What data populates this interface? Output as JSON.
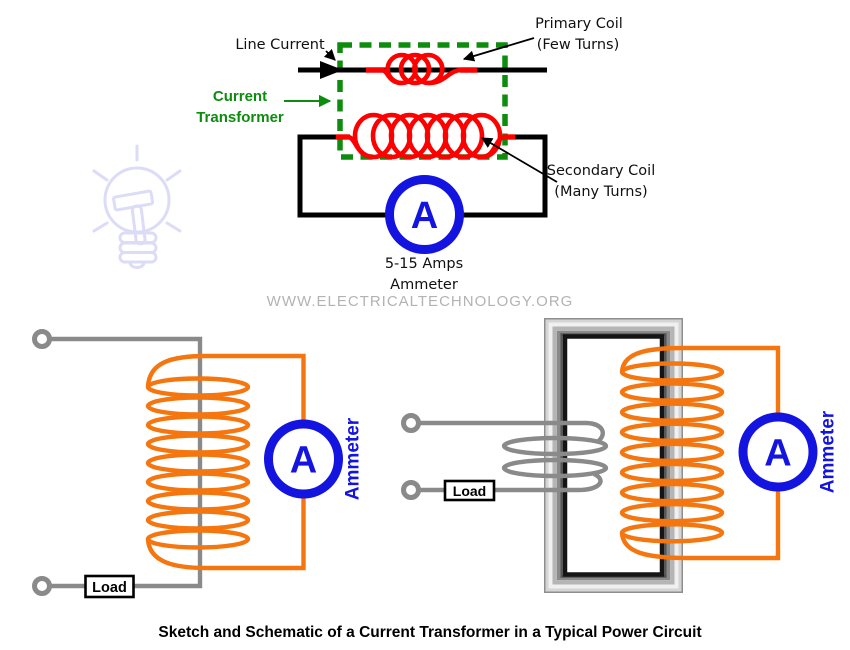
{
  "colors": {
    "red": "#FF0000",
    "green": "#0E8C0E",
    "orange": "#F5750E",
    "blue": "#1414E0",
    "wire_gray": "#8A8A8A",
    "watermark_gray": "#B3B3B3",
    "lavender": "#DCDCF6"
  },
  "top_diagram": {
    "line_current_label": "Line Current",
    "transformer_label_line1": "Current",
    "transformer_label_line2": "Transformer",
    "primary_label_line1": "Primary Coil",
    "primary_label_line2": "(Few Turns)",
    "secondary_label_line1": "Secondary Coil",
    "secondary_label_line2": "(Many Turns)",
    "ammeter_symbol": "A",
    "ammeter_caption_line1": "5-15 Amps",
    "ammeter_caption_line2": "Ammeter"
  },
  "watermark": "WWW.ELECTRICALTECHNOLOGY.ORG",
  "sketch": {
    "load_label": "Load",
    "ammeter_symbol": "A",
    "ammeter_label": "Ammeter"
  },
  "schematic": {
    "load_label": "Load",
    "ammeter_symbol": "A",
    "ammeter_label": "Ammeter"
  },
  "caption": "Sketch and Schematic of a Current Transformer in a Typical Power Circuit"
}
